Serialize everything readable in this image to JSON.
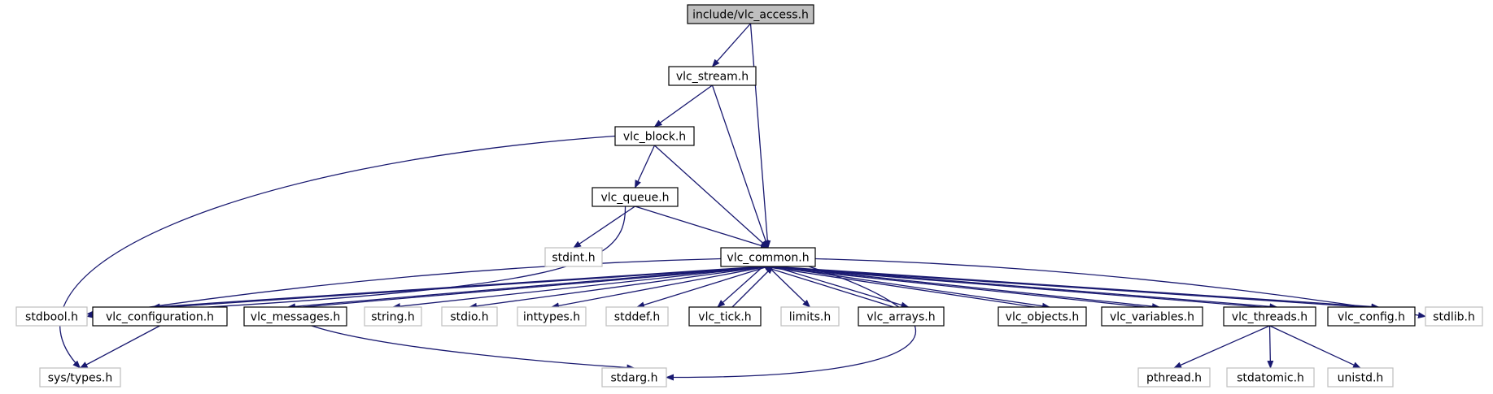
{
  "graph_title": "include/vlc_access.h",
  "colors": {
    "edge": "#191970",
    "root_fill": "#bfbfbf",
    "node_border": "#000000",
    "missing_border": "#bfbfbf",
    "missing_text": "#000000"
  },
  "nodes": [
    {
      "id": "vlc_access",
      "label": "include/vlc_access.h",
      "kind": "root"
    },
    {
      "id": "vlc_stream",
      "label": "vlc_stream.h",
      "kind": "documented"
    },
    {
      "id": "vlc_block",
      "label": "vlc_block.h",
      "kind": "documented"
    },
    {
      "id": "vlc_queue",
      "label": "vlc_queue.h",
      "kind": "documented"
    },
    {
      "id": "stdint",
      "label": "stdint.h",
      "kind": "external"
    },
    {
      "id": "vlc_common",
      "label": "vlc_common.h",
      "kind": "documented"
    },
    {
      "id": "stdbool",
      "label": "stdbool.h",
      "kind": "external"
    },
    {
      "id": "vlc_configuration",
      "label": "vlc_configuration.h",
      "kind": "documented"
    },
    {
      "id": "vlc_messages",
      "label": "vlc_messages.h",
      "kind": "documented"
    },
    {
      "id": "string",
      "label": "string.h",
      "kind": "external"
    },
    {
      "id": "stdio",
      "label": "stdio.h",
      "kind": "external"
    },
    {
      "id": "inttypes",
      "label": "inttypes.h",
      "kind": "external"
    },
    {
      "id": "stddef",
      "label": "stddef.h",
      "kind": "external"
    },
    {
      "id": "vlc_tick",
      "label": "vlc_tick.h",
      "kind": "documented"
    },
    {
      "id": "limits",
      "label": "limits.h",
      "kind": "external"
    },
    {
      "id": "vlc_arrays",
      "label": "vlc_arrays.h",
      "kind": "documented"
    },
    {
      "id": "vlc_objects",
      "label": "vlc_objects.h",
      "kind": "documented"
    },
    {
      "id": "vlc_variables",
      "label": "vlc_variables.h",
      "kind": "documented"
    },
    {
      "id": "vlc_threads",
      "label": "vlc_threads.h",
      "kind": "documented"
    },
    {
      "id": "vlc_config",
      "label": "vlc_config.h",
      "kind": "documented"
    },
    {
      "id": "stdlib",
      "label": "stdlib.h",
      "kind": "external"
    },
    {
      "id": "sys_types",
      "label": "sys/types.h",
      "kind": "external"
    },
    {
      "id": "stdarg",
      "label": "stdarg.h",
      "kind": "external"
    },
    {
      "id": "pthread",
      "label": "pthread.h",
      "kind": "external"
    },
    {
      "id": "stdatomic",
      "label": "stdatomic.h",
      "kind": "external"
    },
    {
      "id": "unistd",
      "label": "unistd.h",
      "kind": "external"
    }
  ],
  "edges": [
    {
      "from": "vlc_access",
      "to": "vlc_stream"
    },
    {
      "from": "vlc_access",
      "to": "vlc_common"
    },
    {
      "from": "vlc_stream",
      "to": "vlc_block"
    },
    {
      "from": "vlc_stream",
      "to": "vlc_common"
    },
    {
      "from": "vlc_block",
      "to": "vlc_queue"
    },
    {
      "from": "vlc_block",
      "to": "vlc_common"
    },
    {
      "from": "vlc_block",
      "to": "sys_types"
    },
    {
      "from": "vlc_queue",
      "to": "stdint"
    },
    {
      "from": "vlc_queue",
      "to": "vlc_common"
    },
    {
      "from": "vlc_queue",
      "to": "stdbool"
    },
    {
      "from": "vlc_common",
      "to": "stdbool"
    },
    {
      "from": "vlc_common",
      "to": "vlc_configuration"
    },
    {
      "from": "vlc_configuration",
      "to": "vlc_common"
    },
    {
      "from": "vlc_common",
      "to": "vlc_messages"
    },
    {
      "from": "vlc_messages",
      "to": "vlc_common"
    },
    {
      "from": "vlc_common",
      "to": "string"
    },
    {
      "from": "vlc_common",
      "to": "stdio"
    },
    {
      "from": "vlc_common",
      "to": "inttypes"
    },
    {
      "from": "vlc_common",
      "to": "stddef"
    },
    {
      "from": "vlc_common",
      "to": "vlc_tick"
    },
    {
      "from": "vlc_tick",
      "to": "vlc_common"
    },
    {
      "from": "vlc_common",
      "to": "limits"
    },
    {
      "from": "vlc_common",
      "to": "vlc_arrays"
    },
    {
      "from": "vlc_arrays",
      "to": "vlc_common"
    },
    {
      "from": "vlc_common",
      "to": "stdarg"
    },
    {
      "from": "vlc_common",
      "to": "vlc_objects"
    },
    {
      "from": "vlc_objects",
      "to": "vlc_common"
    },
    {
      "from": "vlc_common",
      "to": "vlc_variables"
    },
    {
      "from": "vlc_variables",
      "to": "vlc_common"
    },
    {
      "from": "vlc_common",
      "to": "vlc_threads"
    },
    {
      "from": "vlc_threads",
      "to": "vlc_common"
    },
    {
      "from": "vlc_common",
      "to": "vlc_config"
    },
    {
      "from": "vlc_config",
      "to": "vlc_common"
    },
    {
      "from": "vlc_common",
      "to": "stdlib"
    },
    {
      "from": "vlc_configuration",
      "to": "sys_types"
    },
    {
      "from": "vlc_messages",
      "to": "stdarg"
    },
    {
      "from": "vlc_threads",
      "to": "pthread"
    },
    {
      "from": "vlc_threads",
      "to": "stdatomic"
    },
    {
      "from": "vlc_threads",
      "to": "unistd"
    }
  ]
}
